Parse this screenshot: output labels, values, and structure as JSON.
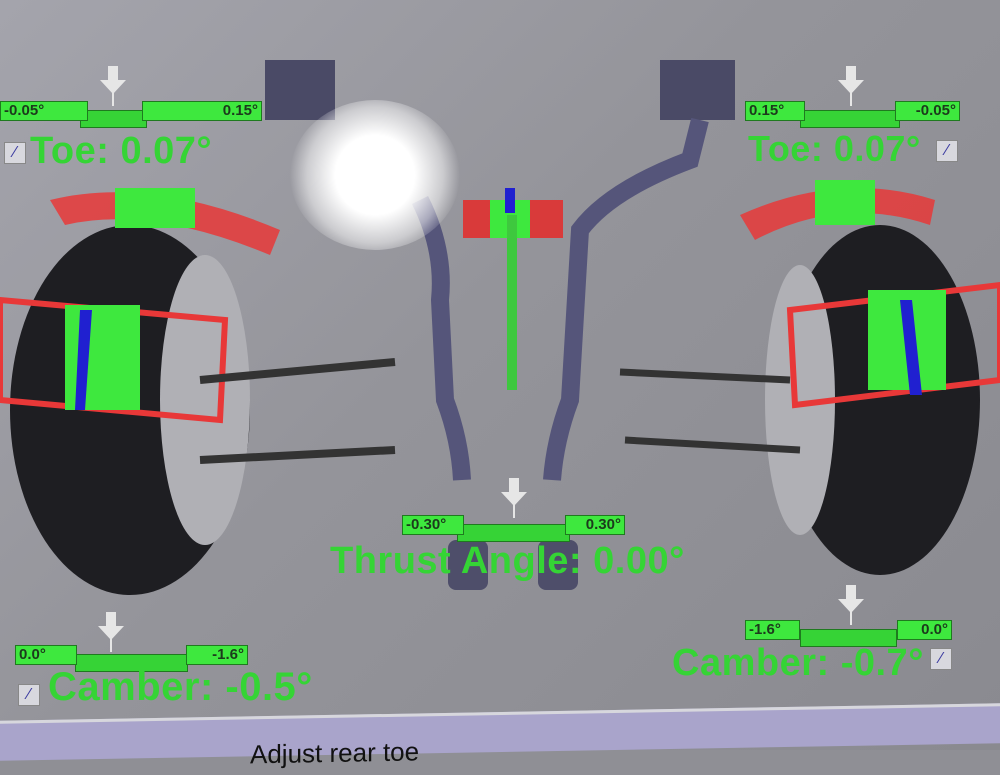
{
  "left_front": {
    "toe": {
      "min": "-0.05°",
      "max": "0.15°",
      "reading": "Toe: 0.07°"
    },
    "camber": {
      "min": "0.0°",
      "max": "-1.6°",
      "reading": "Camber: -0.5°"
    }
  },
  "right_front": {
    "toe": {
      "min": "0.15°",
      "max": "-0.05°",
      "reading": "Toe: 0.07°"
    },
    "camber": {
      "min": "-1.6°",
      "max": "0.0°",
      "reading": "Camber: -0.7°"
    }
  },
  "thrust": {
    "min": "-0.30°",
    "max": "0.30°",
    "reading": "Thrust Angle: 0.00°"
  },
  "status": {
    "instruction": "Adjust rear toe"
  },
  "icons": {
    "adjust": "wrench-icon",
    "pointer": "down-arrow-icon"
  },
  "colors": {
    "in_spec": "#35d435",
    "out_spec": "#e83030",
    "indicator": "#2020d0"
  }
}
